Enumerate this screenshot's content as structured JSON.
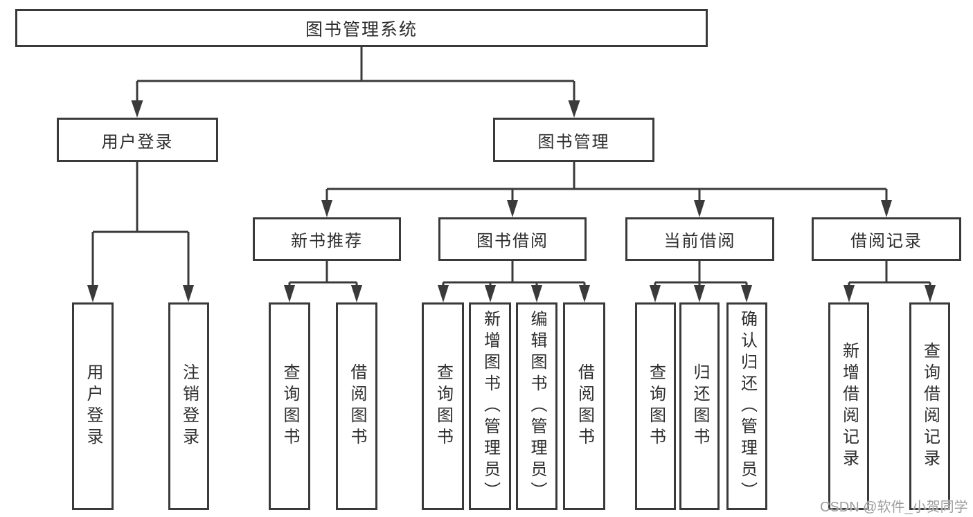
{
  "tree": {
    "label": "图书管理系统",
    "children": [
      {
        "label": "用户登录",
        "children": [
          {
            "label": "用户登录"
          },
          {
            "label": "注销登录"
          }
        ]
      },
      {
        "label": "图书管理",
        "children": [
          {
            "label": "新书推荐",
            "children": [
              {
                "label": "查询图书"
              },
              {
                "label": "借阅图书"
              }
            ]
          },
          {
            "label": "图书借阅",
            "children": [
              {
                "label": "查询图书"
              },
              {
                "label": "新增图书（管理员）"
              },
              {
                "label": "编辑图书（管理员）"
              },
              {
                "label": "借阅图书"
              }
            ]
          },
          {
            "label": "当前借阅",
            "children": [
              {
                "label": "查询图书"
              },
              {
                "label": "归还图书"
              },
              {
                "label": "确认归还（管理员）"
              }
            ]
          },
          {
            "label": "借阅记录",
            "children": [
              {
                "label": "新增借阅记录"
              },
              {
                "label": "查询借阅记录"
              }
            ]
          }
        ]
      }
    ]
  },
  "watermark": {
    "text": "CSDN @软件_小贺同学"
  },
  "colors": {
    "line": "#3a3a3a",
    "text": "#2d2d2d",
    "watermark": "#949494",
    "background": "#ffffff"
  }
}
